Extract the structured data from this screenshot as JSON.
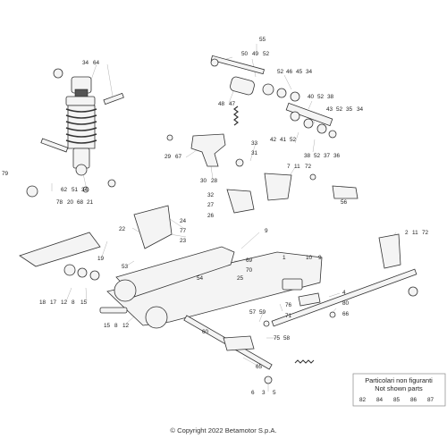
{
  "diagram": {
    "copyright": "© Copyright 2022 Betamotor S.p.A.",
    "note_line1": "Particolari non figuranti",
    "note_line2": "Not shown parts",
    "note_parts": [
      "82",
      "84",
      "85",
      "86",
      "87"
    ],
    "labels": [
      {
        "id": "l55",
        "t": "55"
      },
      {
        "id": "l50",
        "t": "50"
      },
      {
        "id": "l49",
        "t": "49"
      },
      {
        "id": "l52a",
        "t": "52"
      },
      {
        "id": "l52b",
        "t": "52"
      },
      {
        "id": "l46",
        "t": "46"
      },
      {
        "id": "l45",
        "t": "45"
      },
      {
        "id": "l34b",
        "t": "34"
      },
      {
        "id": "l40",
        "t": "40"
      },
      {
        "id": "l52c",
        "t": "52"
      },
      {
        "id": "l38a",
        "t": "38"
      },
      {
        "id": "l43",
        "t": "43"
      },
      {
        "id": "l52d",
        "t": "52"
      },
      {
        "id": "l35",
        "t": "35"
      },
      {
        "id": "l34c",
        "t": "34"
      },
      {
        "id": "l42",
        "t": "42"
      },
      {
        "id": "l41",
        "t": "41"
      },
      {
        "id": "l52e",
        "t": "52"
      },
      {
        "id": "l38b",
        "t": "38"
      },
      {
        "id": "l52f",
        "t": "52"
      },
      {
        "id": "l37",
        "t": "37"
      },
      {
        "id": "l36",
        "t": "36"
      },
      {
        "id": "l34a",
        "t": "34"
      },
      {
        "id": "l64",
        "t": "64"
      },
      {
        "id": "l48",
        "t": "48"
      },
      {
        "id": "l47",
        "t": "47"
      },
      {
        "id": "l33",
        "t": "33"
      },
      {
        "id": "l31",
        "t": "31"
      },
      {
        "id": "l29",
        "t": "29"
      },
      {
        "id": "l67",
        "t": "67"
      },
      {
        "id": "l7a",
        "t": "7"
      },
      {
        "id": "l11a",
        "t": "11"
      },
      {
        "id": "l72a",
        "t": "72"
      },
      {
        "id": "l79",
        "t": "79"
      },
      {
        "id": "l62",
        "t": "62"
      },
      {
        "id": "l51",
        "t": "51"
      },
      {
        "id": "l34d",
        "t": "34"
      },
      {
        "id": "l78",
        "t": "78"
      },
      {
        "id": "l20",
        "t": "20"
      },
      {
        "id": "l68",
        "t": "68"
      },
      {
        "id": "l21",
        "t": "21"
      },
      {
        "id": "l30",
        "t": "30"
      },
      {
        "id": "l28",
        "t": "28"
      },
      {
        "id": "l32",
        "t": "32"
      },
      {
        "id": "l27",
        "t": "27"
      },
      {
        "id": "l26",
        "t": "26"
      },
      {
        "id": "l56",
        "t": "56"
      },
      {
        "id": "l24",
        "t": "24"
      },
      {
        "id": "l77",
        "t": "77"
      },
      {
        "id": "l23",
        "t": "23"
      },
      {
        "id": "l22",
        "t": "22"
      },
      {
        "id": "l9a",
        "t": "9"
      },
      {
        "id": "l2",
        "t": "2"
      },
      {
        "id": "l11b",
        "t": "11"
      },
      {
        "id": "l72b",
        "t": "72"
      },
      {
        "id": "l19",
        "t": "19"
      },
      {
        "id": "l53",
        "t": "53"
      },
      {
        "id": "l69",
        "t": "69"
      },
      {
        "id": "l1",
        "t": "1"
      },
      {
        "id": "l10",
        "t": "10"
      },
      {
        "id": "l9b",
        "t": "9"
      },
      {
        "id": "l70",
        "t": "70"
      },
      {
        "id": "l54",
        "t": "54"
      },
      {
        "id": "l25",
        "t": "25"
      },
      {
        "id": "l18",
        "t": "18"
      },
      {
        "id": "l17",
        "t": "17"
      },
      {
        "id": "l12a",
        "t": "12"
      },
      {
        "id": "l8a",
        "t": "8"
      },
      {
        "id": "l15a",
        "t": "15"
      },
      {
        "id": "l4",
        "t": "4"
      },
      {
        "id": "l80",
        "t": "80"
      },
      {
        "id": "l66",
        "t": "66"
      },
      {
        "id": "l76",
        "t": "76"
      },
      {
        "id": "l57",
        "t": "57"
      },
      {
        "id": "l59",
        "t": "59"
      },
      {
        "id": "l71",
        "t": "71"
      },
      {
        "id": "l15b",
        "t": "15"
      },
      {
        "id": "l8b",
        "t": "8"
      },
      {
        "id": "l12b",
        "t": "12"
      },
      {
        "id": "l60",
        "t": "60"
      },
      {
        "id": "l75",
        "t": "75"
      },
      {
        "id": "l58",
        "t": "58"
      },
      {
        "id": "l65",
        "t": "65"
      },
      {
        "id": "l6",
        "t": "6"
      },
      {
        "id": "l3",
        "t": "3"
      },
      {
        "id": "l5",
        "t": "5"
      }
    ]
  }
}
